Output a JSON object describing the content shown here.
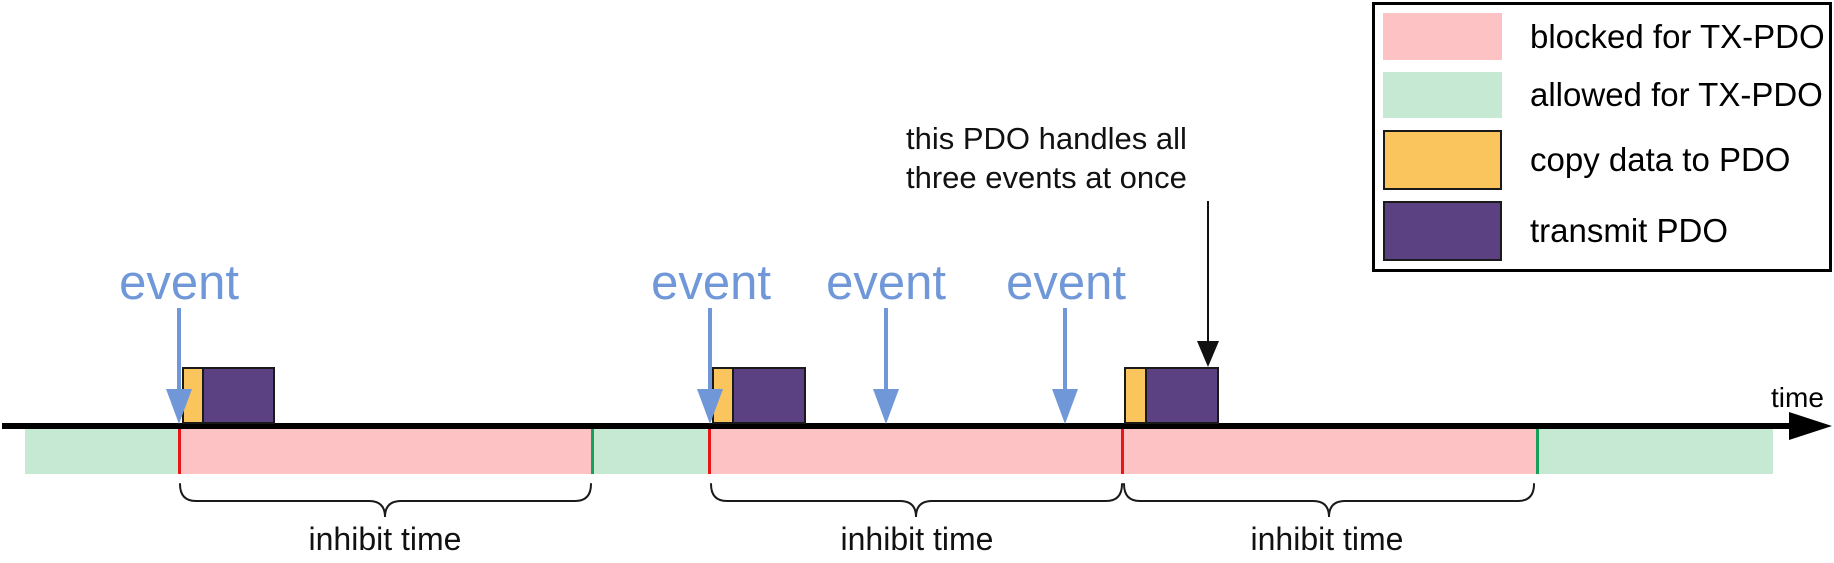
{
  "colors": {
    "blocked_pink": "#fcc2c4",
    "allowed_green": "#c6e9d4",
    "copy_orange": "#fbc55e",
    "transmit_purple": "#5c4182",
    "event_blue": "#7098d8",
    "event_marker_red": "#e81616",
    "allow_marker_green": "#16a05a",
    "axis_black": "#000000"
  },
  "legend": {
    "items": [
      {
        "id": "blocked",
        "label": "blocked for TX-PDO",
        "color": "#fcc2c4"
      },
      {
        "id": "allowed",
        "label": "allowed for TX-PDO",
        "color": "#c6e9d4"
      },
      {
        "id": "copy",
        "label": "copy data to PDO",
        "color": "#fbc55e"
      },
      {
        "id": "transmit",
        "label": "transmit PDO",
        "color": "#5c4182"
      }
    ]
  },
  "axis": {
    "label": "time"
  },
  "events": [
    {
      "label": "event"
    },
    {
      "label": "event"
    },
    {
      "label": "event"
    },
    {
      "label": "event"
    }
  ],
  "annotation": {
    "line1": "this PDO handles all",
    "line2": "three events at once"
  },
  "inhibit": [
    {
      "label": "inhibit time"
    },
    {
      "label": "inhibit time"
    },
    {
      "label": "inhibit time"
    }
  ],
  "timeline_bands": [
    "allowed",
    "blocked",
    "allowed",
    "blocked",
    "allowed"
  ]
}
